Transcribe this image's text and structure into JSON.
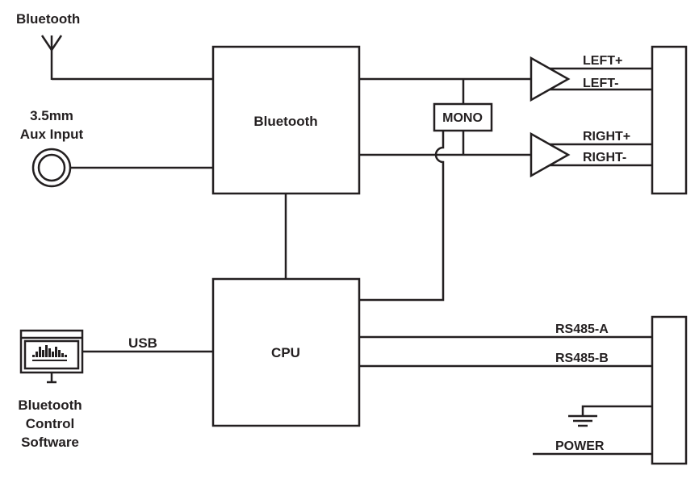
{
  "labels": {
    "antenna": "Bluetooth",
    "aux_line1": "3.5mm",
    "aux_line2": "Aux Input",
    "bt_module": "Bluetooth",
    "cpu": "CPU",
    "mono": "MONO",
    "usb": "USB",
    "software_line1": "Bluetooth",
    "software_line2": "Control",
    "software_line3": "Software",
    "left_plus": "LEFT+",
    "left_minus": "LEFT-",
    "right_plus": "RIGHT+",
    "right_minus": "RIGHT-",
    "rs485_a": "RS485-A",
    "rs485_b": "RS485-B",
    "power": "POWER"
  },
  "colors": {
    "line": "#231f20",
    "background": "#ffffff"
  },
  "icons": {
    "antenna": "antenna-icon",
    "aux_jack": "audio-jack-icon",
    "monitor": "monitor-icon",
    "amplifier": "amplifier-triangle-icon",
    "ground": "ground-symbol-icon"
  }
}
